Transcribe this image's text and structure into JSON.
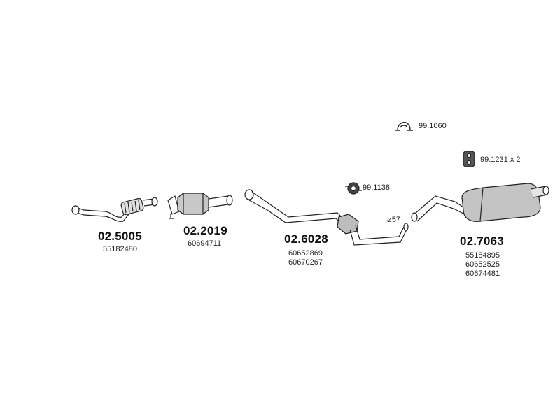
{
  "parts": [
    {
      "part_number": "02.5005",
      "oem_numbers": [
        "55182480"
      ]
    },
    {
      "part_number": "02.2019",
      "oem_numbers": [
        "60694711"
      ]
    },
    {
      "part_number": "02.6028",
      "oem_numbers": [
        "60652869",
        "60670267"
      ]
    },
    {
      "part_number": "02.7063",
      "oem_numbers": [
        "55184895",
        "60652525",
        "60674481"
      ]
    }
  ],
  "accessories": [
    {
      "part_number": "99.1060",
      "icon": "clamp-icon"
    },
    {
      "part_number": "99.1231 x 2",
      "icon": "rubber-mount-icon"
    },
    {
      "part_number": "99.1138",
      "icon": "hanger-ring-icon"
    }
  ],
  "dimension_label": "ø57",
  "colors": {
    "line": "#222222",
    "shade": "#bdbdbd"
  }
}
